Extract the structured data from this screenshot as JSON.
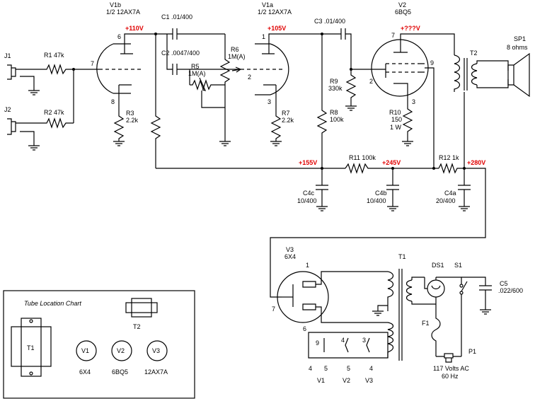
{
  "jacks": {
    "j1": "J1",
    "j2": "J2"
  },
  "resistors": {
    "r1": "R1 47k",
    "r2": "R2 47k",
    "r3": [
      "R3",
      "2.2k"
    ],
    "r7": [
      "R7",
      "2.2k"
    ],
    "r5": [
      "R5",
      "1M(A)"
    ],
    "r6": [
      "R6",
      "1M(A)"
    ],
    "r8": [
      "R8",
      "100k"
    ],
    "r9": [
      "R9",
      "330k"
    ],
    "r10": [
      "R10",
      "150",
      "1 W"
    ],
    "r11": "R11 100k",
    "r12": "R12 1k"
  },
  "capacitors": {
    "c1": "C1 .01/400",
    "c2": "C2 .0047/400",
    "c3": "C3 .01/400",
    "c4a": [
      "C4a",
      "20/400"
    ],
    "c4b": [
      "C4b",
      "10/400"
    ],
    "c4c": [
      "C4c",
      "10/400"
    ],
    "c5": [
      "C5",
      ".022/600"
    ]
  },
  "tubes": {
    "v1b": [
      "V1b",
      "1/2 12AX7A"
    ],
    "v1a": [
      "V1a",
      "1/2 12AX7A"
    ],
    "v2": [
      "V2",
      "6BQ5"
    ],
    "v3": [
      "V3",
      "6X4"
    ]
  },
  "pins": {
    "v1b_plate": "6",
    "v1b_grid": "7",
    "v1b_cathode": "8",
    "v1a_plate": "1",
    "v1a_grid": "2",
    "v1a_cathode": "3",
    "v2_plate": "7",
    "v2_screen": "9",
    "v2_grid": "2",
    "v2_cathode": "3",
    "v3_plate": "1",
    "v3_heater": "7",
    "v3_cathode": "6"
  },
  "voltages": {
    "v1b_plate": "+110V",
    "v1a_plate": "+105V",
    "v2_plate": "+???V",
    "c4c_node": "+155V",
    "c4b_node": "+245V",
    "c4a_node": "+280V"
  },
  "transformers": {
    "t1": "T1",
    "t2": "T2"
  },
  "speaker": [
    "SP1",
    "8 ohms"
  ],
  "power": {
    "ds1": "DS1",
    "s1": "S1",
    "f1": "F1",
    "p1": "P1",
    "mains": [
      "117 Volts AC",
      "60 Hz"
    ]
  },
  "heater_block": {
    "terminals": [
      "9",
      "4",
      "3"
    ],
    "pin_row": [
      "4",
      "5",
      "5",
      "4"
    ],
    "tube_row": [
      "V1",
      "V2",
      "V3"
    ]
  },
  "location_chart": {
    "title": "Tube Location Chart",
    "t1": "T1",
    "t2": "T2",
    "tubes": [
      {
        "id": "V1",
        "type": "6X4"
      },
      {
        "id": "V2",
        "type": "6BQ5"
      },
      {
        "id": "V3",
        "type": "12AX7A"
      }
    ]
  }
}
